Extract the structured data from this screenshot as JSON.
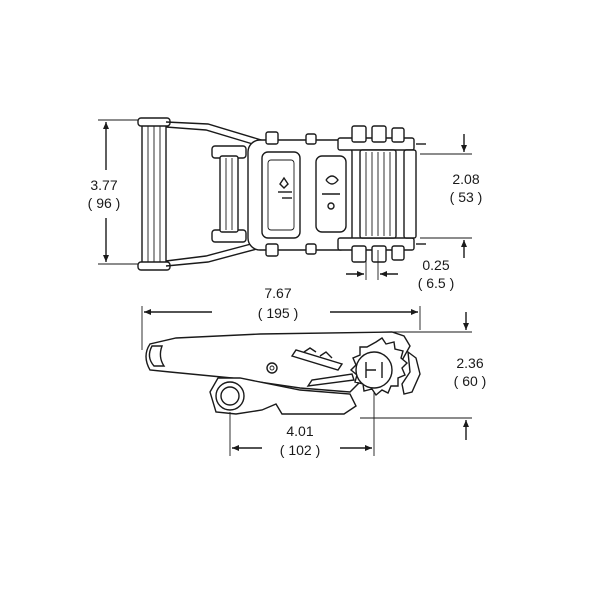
{
  "dimensions": {
    "top_height": {
      "inch": "3.77",
      "mm": "( 96 )"
    },
    "top_inner_height": {
      "inch": "2.08",
      "mm": "( 53 )"
    },
    "top_thickness": {
      "inch": "0.25",
      "mm": "( 6.5 )"
    },
    "side_length": {
      "inch": "7.67",
      "mm": "( 195 )"
    },
    "side_height": {
      "inch": "2.36",
      "mm": "( 60 )"
    },
    "side_pin_span": {
      "inch": "4.01",
      "mm": "( 102 )"
    }
  },
  "colors": {
    "line": "#1a1a1a",
    "background": "#ffffff"
  }
}
